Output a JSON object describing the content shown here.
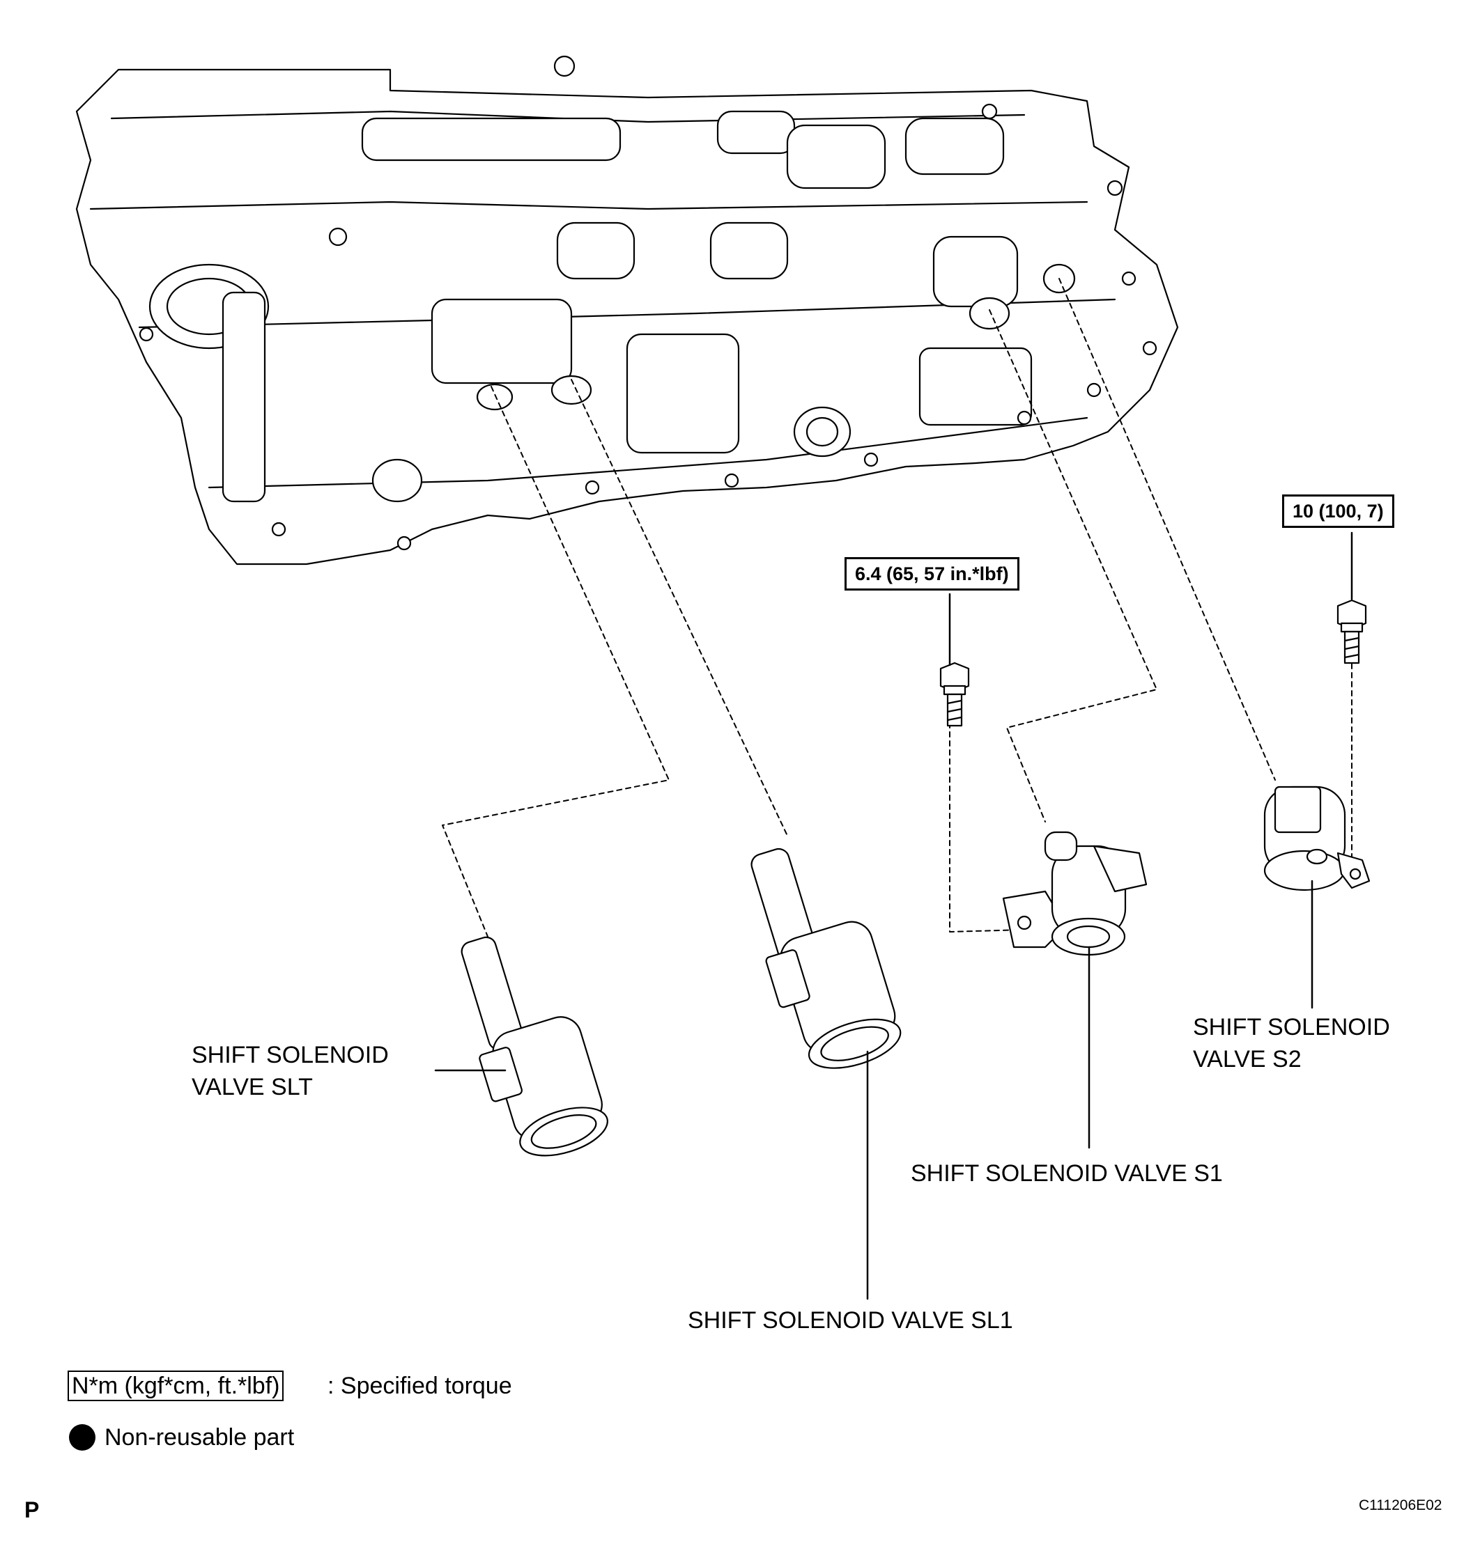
{
  "labels": {
    "slt_line1": "SHIFT SOLENOID",
    "slt_line2": "VALVE SLT",
    "sl1": "SHIFT SOLENOID VALVE SL1",
    "s1": "SHIFT SOLENOID VALVE S1",
    "s2_line1": "SHIFT SOLENOID",
    "s2_line2": "VALVE S2"
  },
  "torque": {
    "s1_bolt": "6.4 (65, 57 in.*lbf)",
    "s2_bolt": "10 (100, 7)"
  },
  "legend": {
    "torque_unit": "N*m (kgf*cm, ft.*lbf)",
    "torque_desc": ": Specified torque",
    "nonreusable_desc": "Non-reusable part"
  },
  "footer": {
    "left_mark": "P",
    "figure_id": "C111206E02"
  }
}
